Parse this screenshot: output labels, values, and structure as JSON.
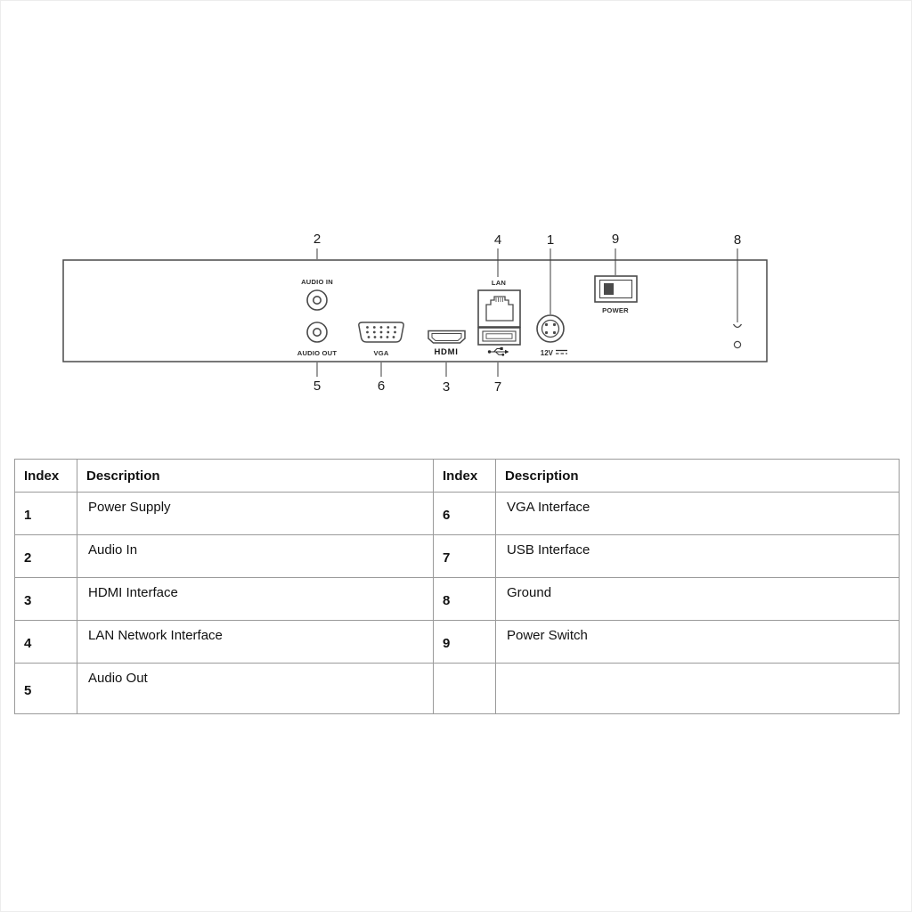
{
  "diagram": {
    "callouts_top": [
      {
        "label": "2"
      },
      {
        "label": "4"
      },
      {
        "label": "1"
      },
      {
        "label": "9"
      },
      {
        "label": "8"
      }
    ],
    "callouts_bottom": [
      {
        "label": "5"
      },
      {
        "label": "6"
      },
      {
        "label": "3"
      },
      {
        "label": "7"
      }
    ],
    "labels": {
      "audio_in": "AUDIO IN",
      "audio_out": "AUDIO OUT",
      "vga": "VGA",
      "hdmi": "HDMI",
      "lan": "LAN",
      "power_12v": "12V",
      "power_switch": "POWER"
    }
  },
  "table": {
    "headers": [
      "Index",
      "Description",
      "Index",
      "Description"
    ],
    "rows": [
      {
        "left_index": "1",
        "left_description": "Power Supply",
        "right_index": "6",
        "right_description": "VGA Interface"
      },
      {
        "left_index": "2",
        "left_description": "Audio In",
        "right_index": "7",
        "right_description": "USB Interface"
      },
      {
        "left_index": "3",
        "left_description": "HDMI Interface",
        "right_index": "8",
        "right_description": "Ground"
      },
      {
        "left_index": "4",
        "left_description": "LAN Network Interface",
        "right_index": "9",
        "right_description": "Power Switch"
      },
      {
        "left_index": "5",
        "left_description": "Audio Out",
        "right_index": "",
        "right_description": ""
      }
    ]
  }
}
